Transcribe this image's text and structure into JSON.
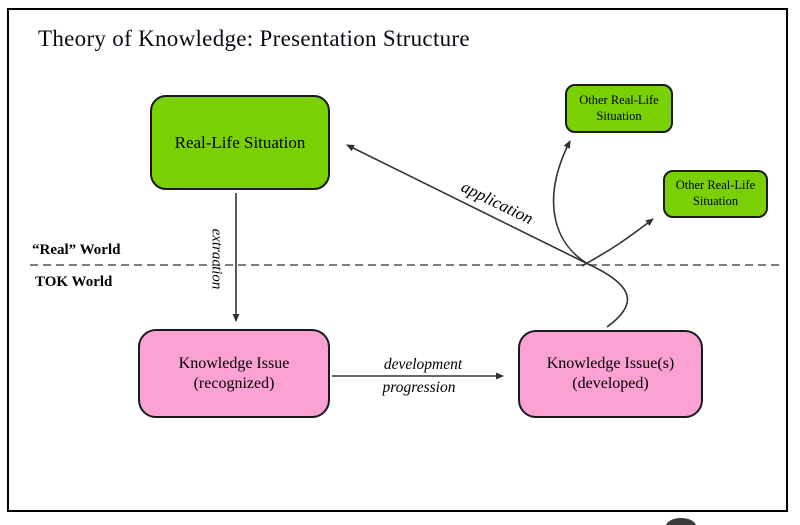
{
  "slide": {
    "title": "Theory of Knowledge: Presentation Structure"
  },
  "regions": {
    "real_world_label": "“Real” World",
    "tok_world_label": "TOK World"
  },
  "nodes": {
    "real_life_situation": {
      "label": "Real-Life Situation",
      "fill": "#79D104"
    },
    "other_situation_1": {
      "line1": "Other Real-Life",
      "line2": "Situation",
      "fill": "#79D104"
    },
    "other_situation_2": {
      "line1": "Other Real-Life",
      "line2": "Situation",
      "fill": "#79D104"
    },
    "knowledge_issue_recognized": {
      "line1": "Knowledge Issue",
      "line2": "(recognized)",
      "fill": "#FCA2D2"
    },
    "knowledge_issue_developed": {
      "line1": "Knowledge Issue(s)",
      "line2": "(developed)",
      "fill": "#FCA2D2"
    }
  },
  "edge_labels": {
    "extraction": "extraction",
    "application": "application",
    "development": "development",
    "progression": "progression"
  },
  "colors": {
    "node_green": "#79D104",
    "node_pink": "#FCA2D2",
    "arrow": "#333333",
    "dashed_divider": "#7d7d7d",
    "frame_border": "#000000"
  }
}
